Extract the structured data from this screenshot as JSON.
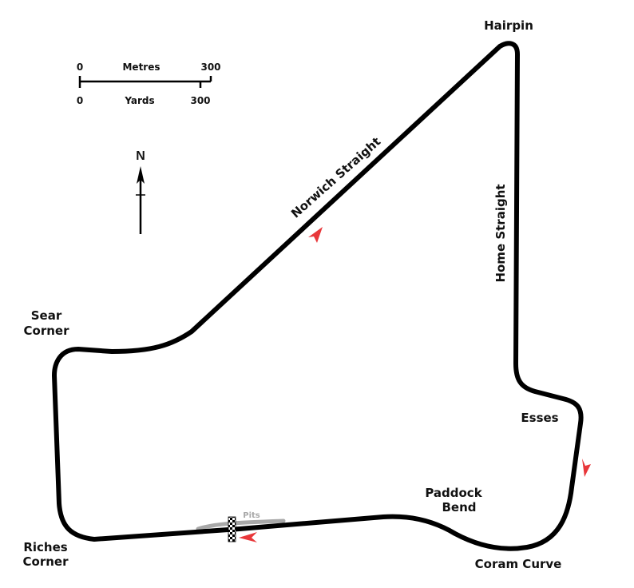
{
  "map": {
    "type": "race-circuit-layout",
    "colors": {
      "track": "#000000",
      "pit_lane": "#a8a8a8",
      "direction_arrow": "#e8373a",
      "label": "#111111"
    }
  },
  "scale_bar": {
    "metres_label": "Metres",
    "metres_start": "0",
    "metres_end": "300",
    "yards_label": "Yards",
    "yards_start": "0",
    "yards_end": "300"
  },
  "compass": {
    "north_label": "N",
    "icon": "north-arrow-icon"
  },
  "corners": {
    "hairpin": "Hairpin",
    "norwich_straight": "Norwich Straight",
    "home_straight": "Home Straight",
    "sear_corner_line1": "Sear",
    "sear_corner_line2": "Corner",
    "esses": "Esses",
    "paddock_bend_line1": "Paddock",
    "paddock_bend_line2": "Bend",
    "coram_curve": "Coram Curve",
    "riches_corner_line1": "Riches",
    "riches_corner_line2": "Corner"
  },
  "pits": {
    "label": "Pits",
    "start_finish_icon": "checkered-flag-icon"
  },
  "direction_arrows": [
    {
      "location": "Norwich Straight",
      "icon": "direction-arrow-icon"
    },
    {
      "location": "Esses to Coram Curve",
      "icon": "direction-arrow-icon"
    },
    {
      "location": "Start/Finish",
      "icon": "direction-arrow-icon"
    }
  ]
}
